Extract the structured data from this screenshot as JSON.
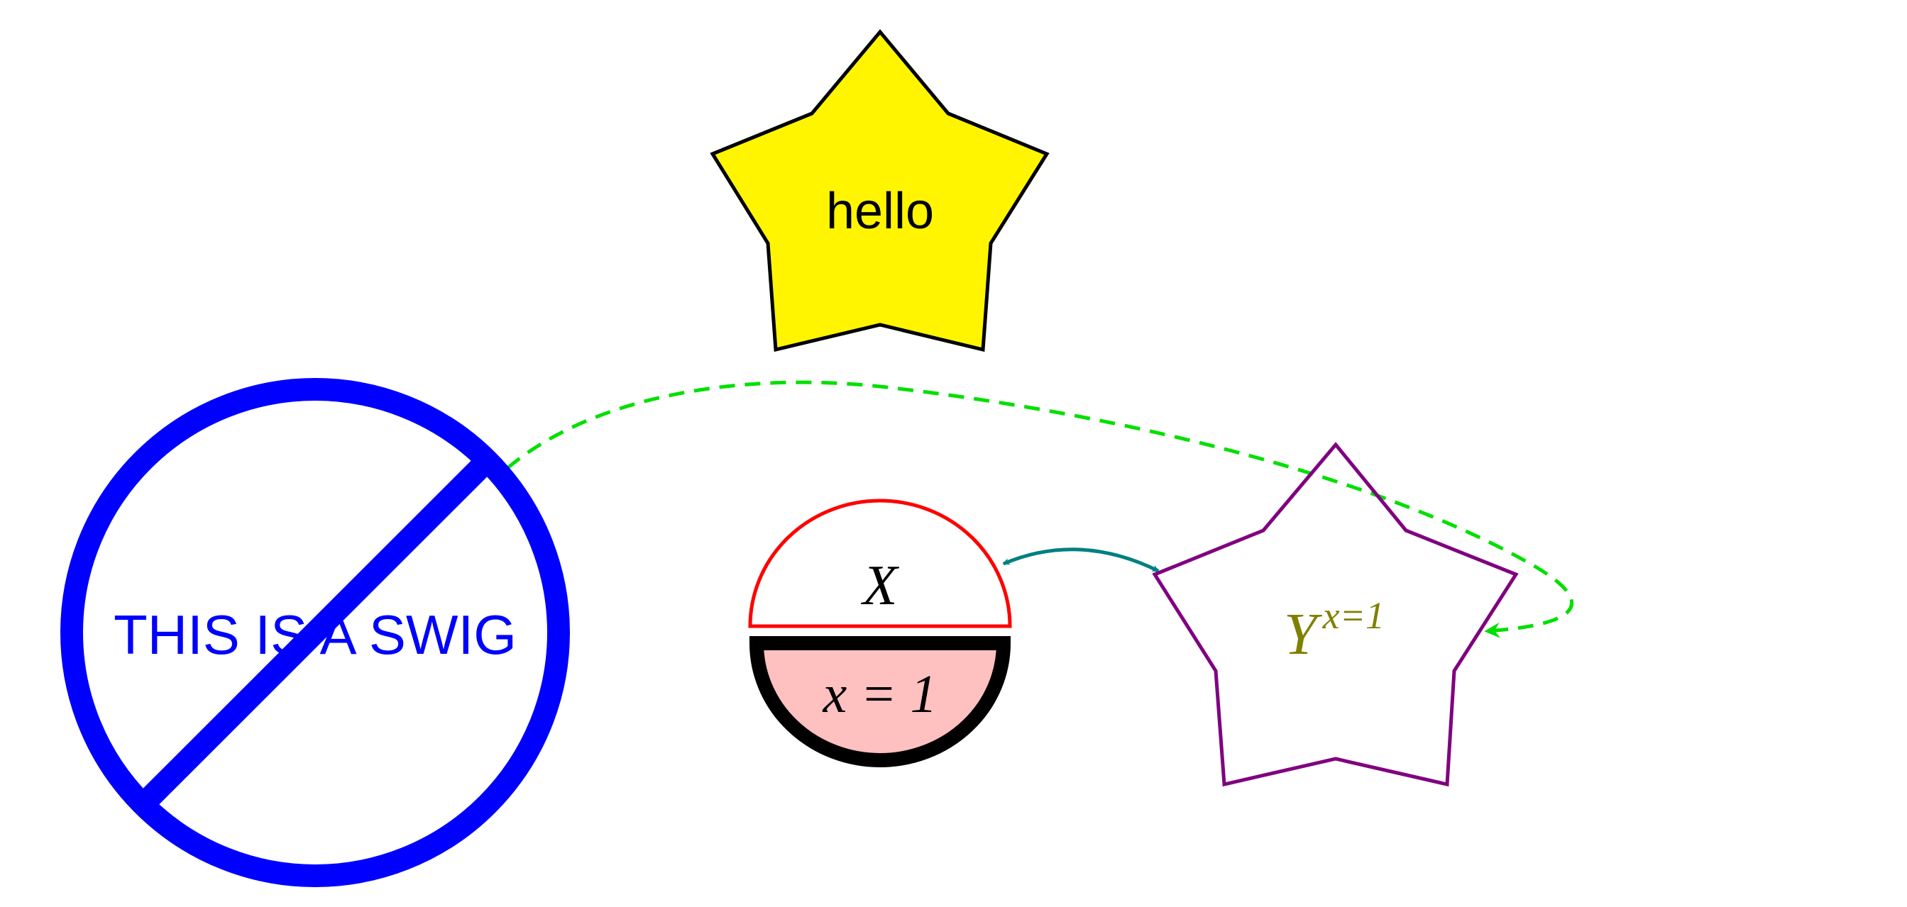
{
  "star_node": {
    "label": "hello",
    "fill": "#fff500",
    "stroke": "#000000"
  },
  "forbidden_node": {
    "label": "THIS IS A SWIG",
    "color": "#0000ff"
  },
  "split_node": {
    "top_label": "X",
    "bottom_label": "x = 1",
    "top_stroke": "#ff0000",
    "bottom_fill": "#ffc0c0",
    "bottom_stroke": "#000000"
  },
  "star_node_2": {
    "label_base": "Y",
    "label_superscript": "x=1",
    "stroke": "#800080",
    "label_color": "#808000"
  },
  "edges": [
    {
      "from": "split_node",
      "to": "star_node_2",
      "style": "solid",
      "direction": "both",
      "color": "#008080"
    },
    {
      "from": "forbidden_node",
      "to": "star_node_2",
      "style": "dashed",
      "direction": "forward",
      "color": "#00e000"
    }
  ]
}
